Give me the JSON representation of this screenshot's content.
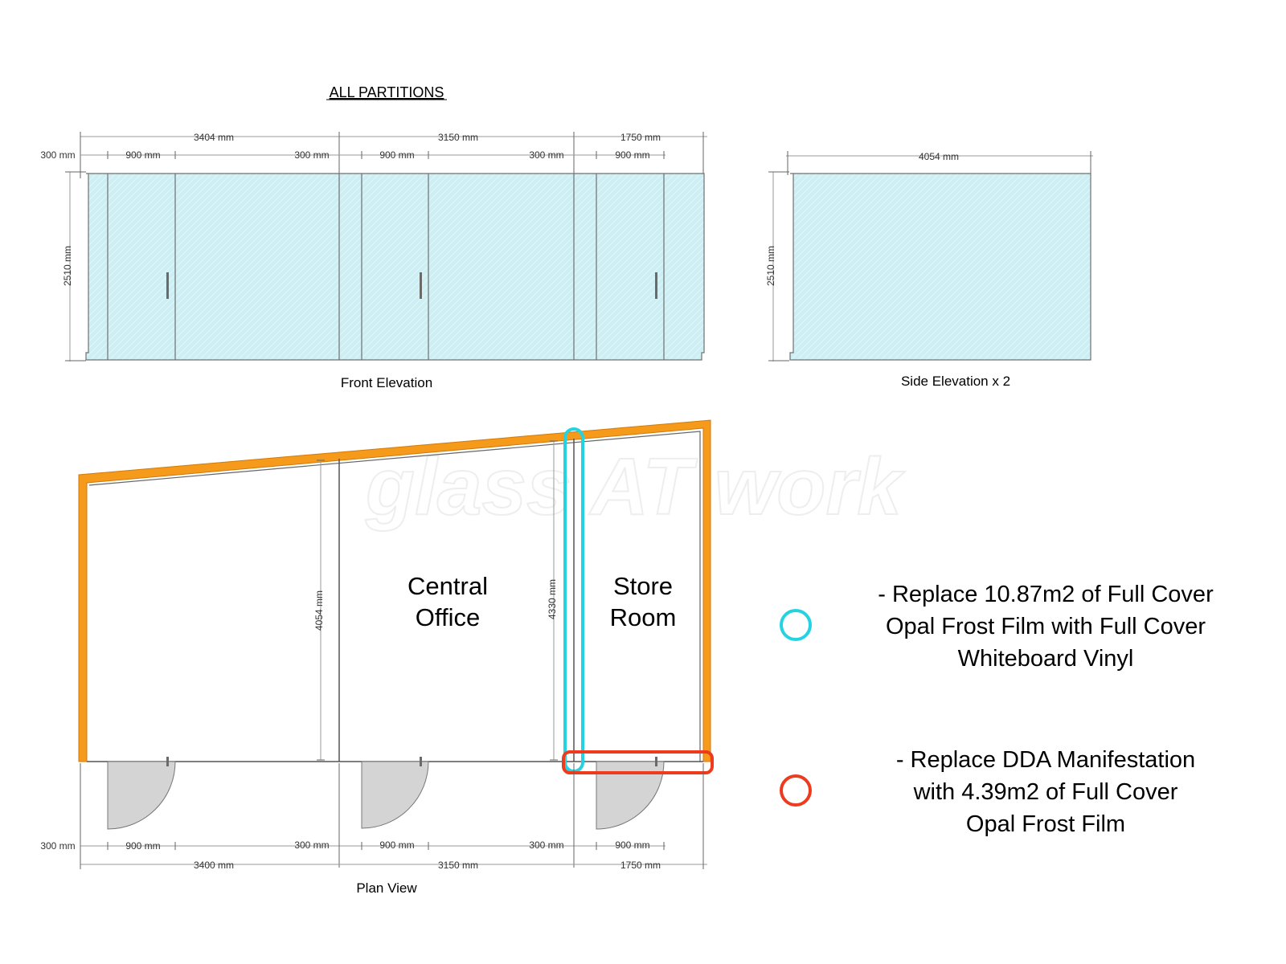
{
  "title": "ALL PARTITIONS",
  "colors": {
    "glass": "#cdeef3",
    "cyan_marker": "#23d3e2",
    "red_marker": "#ee3a1d",
    "outer_wall": "#f59a1b"
  },
  "front_elevation": {
    "caption": "Front Elevation",
    "height": "2510 mm",
    "bay_widths": [
      "3404 mm",
      "3150 mm",
      "1750 mm"
    ],
    "sub_widths": [
      "300 mm",
      "900 mm",
      "300 mm",
      "900 mm",
      "300 mm",
      "900 mm"
    ]
  },
  "side_elevation": {
    "caption": "Side Elevation x 2",
    "width": "4054 mm",
    "height": "2510 mm"
  },
  "plan_view": {
    "caption": "Plan View",
    "rooms": [
      {
        "line1": "Central",
        "line2": "Office"
      },
      {
        "line1": "Store",
        "line2": "Room"
      }
    ],
    "depth_left": "4054 mm",
    "depth_right": "4330 mm",
    "bay_widths": [
      "3400 mm",
      "3150 mm",
      "1750 mm"
    ],
    "sub_widths": [
      "300 mm",
      "900 mm",
      "300 mm",
      "900 mm",
      "300 mm",
      "900 mm"
    ]
  },
  "watermark": "glass AT work",
  "legend": [
    {
      "color": "cyan",
      "lines": [
        "- Replace 10.87m2 of Full Cover",
        "Opal Frost Film with Full Cover",
        "Whiteboard Vinyl"
      ]
    },
    {
      "color": "red",
      "lines": [
        "- Replace DDA Manifestation",
        "with 4.39m2 of Full Cover",
        "Opal Frost Film"
      ]
    }
  ]
}
